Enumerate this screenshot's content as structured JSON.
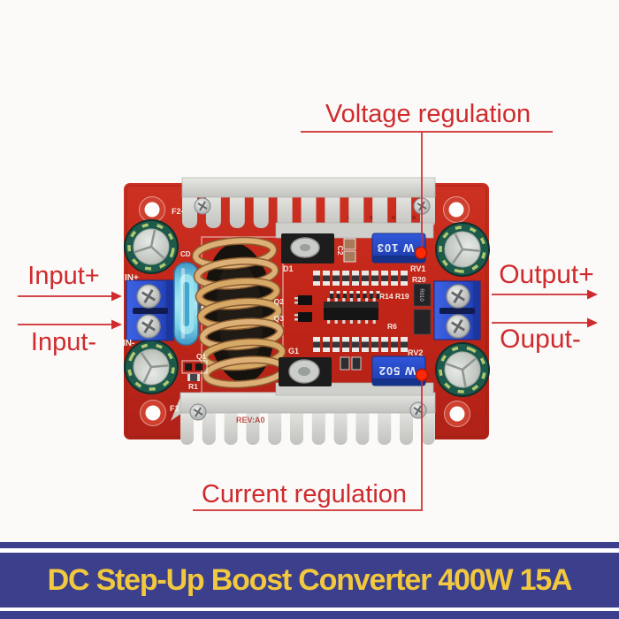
{
  "photo": {
    "annotations": {
      "voltage": "Voltage regulation",
      "current": "Current regulation",
      "input_plus": "Input+",
      "input_minus": "Input-",
      "output_plus": "Output+",
      "output_minus": "Ouput-"
    },
    "board": {
      "silkscreen": {
        "f2": "F2-",
        "cd": "CD",
        "in_plus": "IN+",
        "in_minus": "IN-",
        "c2": "C2",
        "d1": "D1",
        "q2": "Q2",
        "q3": "Q3",
        "g1": "G1",
        "q1": "Q1",
        "r1": "R1",
        "r14": "R14",
        "r19": "R19",
        "r6": "R6",
        "r20": "R20",
        "rv1": "RV1",
        "rv2": "RV2",
        "f1": "F1",
        "rev": "REV:A0",
        "r010": "R010"
      },
      "pot_rv1_marking": "W 103",
      "pot_rv2_marking": "W 502"
    },
    "colors": {
      "annotation_red": "#cf2b2e",
      "pcb_red": "#c22a1d",
      "heatsink_silver": "#d7d8d4",
      "capacitor_teal": "#1d5a4b",
      "terminal_blue": "#2b4ecb",
      "potentiometer_blue": "#2349c4",
      "coil_copper": "#d7a967",
      "fuse_blue": "#5cbcd9",
      "marker_dot_red": "#ff2a05"
    }
  },
  "banner": {
    "title": "DC Step-Up Boost Converter 400W 15A",
    "background": "#3b3f8c",
    "text_color": "#f2c83e"
  }
}
